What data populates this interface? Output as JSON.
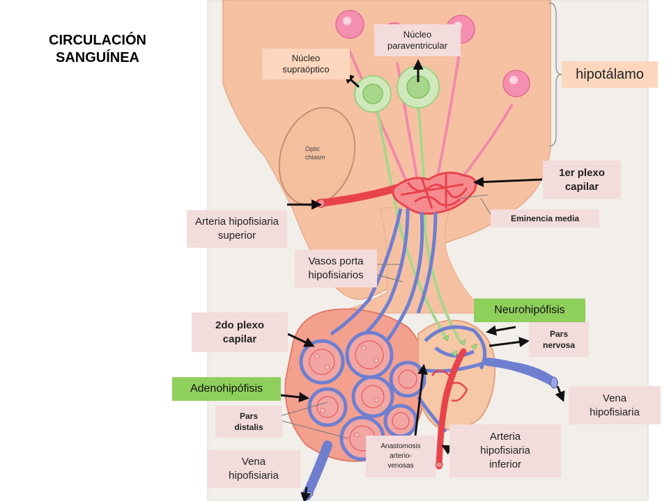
{
  "title": "CIRCULACIÓN\nSANGUÍNEA",
  "labels": {
    "nucleo_paraventricular": "Núcleo\nparaventricular",
    "nucleo_supraoptico": "Núcleo\nsupraóptico",
    "hipotalamo": "hipotálamo",
    "primer_plexo": "1er plexo\ncapilar",
    "eminencia_media": "Eminencia media",
    "arteria_sup": "Arteria hipofisiaria\nsuperior",
    "vasos_porta": "Vasos porta\nhipofisiarios",
    "neurohipofisis": "Neurohipófisis",
    "segundo_plexo": "2do plexo\ncapilar",
    "pars_nervosa": "Pars\nnervosa",
    "adenohipofisis": "Adenohipófisis",
    "vena_right": "Vena\nhipofisiaria",
    "pars_distalis": "Pars\ndistalis",
    "arteria_inf": "Arteria\nhipofisiaria\ninferior",
    "anastomosis": "Anastomosis\narterio-\nvenosas",
    "vena_left": "Vena\nhipofisiaria",
    "optic_chiasm": "Optic\nchiasm"
  },
  "colors": {
    "label_pink": "#f3dcdc",
    "label_peach": "#fcd7bd",
    "label_green": "#8fcf5b",
    "tissue": "#f6c1a3",
    "artery": "#e8434c",
    "vein": "#6f7fd0",
    "neuron_pink": "#f08aa8",
    "neuron_green": "#a8d68a"
  }
}
